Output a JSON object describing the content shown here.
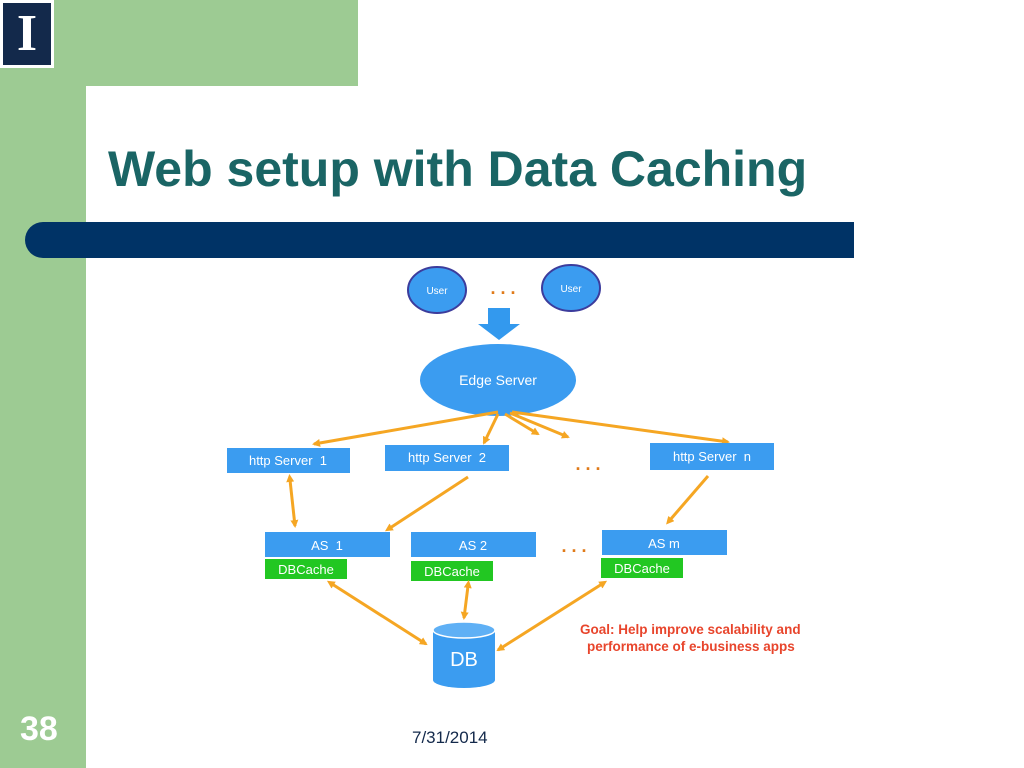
{
  "slide": {
    "title": "Web setup with Data Caching",
    "number": "38",
    "date": "7/31/2014",
    "logo_icon": "university-block-i-logo",
    "colors": {
      "title": "#1a6565",
      "bar": "#003366",
      "band": "#9dcb93",
      "arrow": "#f5a623",
      "box": "#3b9cf0",
      "cache": "#22c722",
      "goal": "#e8452c"
    }
  },
  "diagram": {
    "users": [
      "User",
      "User"
    ],
    "user_ellipsis": ". . .",
    "edge_server": "Edge Server",
    "http_servers": [
      "http Server  1",
      "http Server  2",
      "http Server  n"
    ],
    "http_ellipsis": ". . .",
    "app_servers": [
      "AS  1",
      "AS 2",
      "AS m"
    ],
    "as_ellipsis": ". . .",
    "caches": [
      "DBCache",
      "DBCache",
      "DBCache"
    ],
    "db": "DB",
    "goal_line1": "Goal: Help improve scalability and",
    "goal_line2": "performance of e-business apps"
  }
}
